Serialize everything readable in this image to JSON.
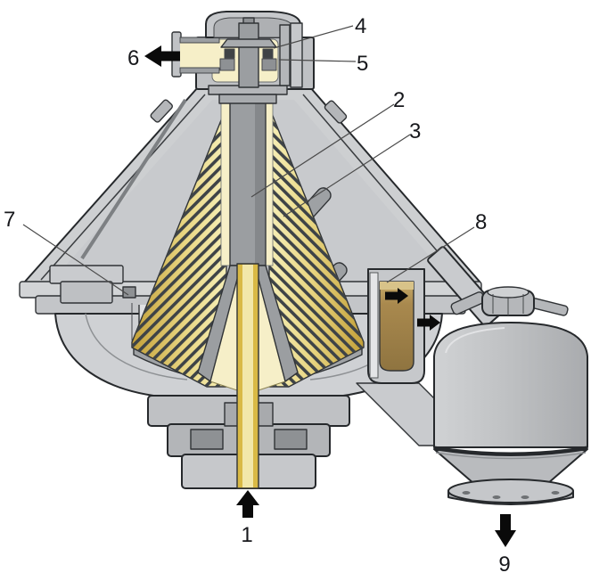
{
  "figure": {
    "type": "technical-cutaway-diagram",
    "subject": "Centrifugal disc-stack separator cross-section with external solids collection vessel",
    "background": "#ffffff"
  },
  "labels": [
    {
      "text": "1"
    },
    {
      "text": "2"
    },
    {
      "text": "3"
    },
    {
      "text": "4"
    },
    {
      "text": "5"
    },
    {
      "text": "6"
    },
    {
      "text": "7"
    },
    {
      "text": "8"
    },
    {
      "text": "9"
    }
  ],
  "arrows": [
    {
      "name": "outlet-flow-arrow",
      "direction": "left"
    },
    {
      "name": "feed-inlet-arrow",
      "direction": "up"
    },
    {
      "name": "sediment-flow-upper-arrow",
      "direction": "right"
    },
    {
      "name": "sediment-flow-lower-arrow",
      "direction": "right"
    },
    {
      "name": "vessel-discharge-arrow",
      "direction": "down"
    }
  ],
  "colors": {
    "machine_body": "#cdcfd1",
    "machine_mid": "#b4b6b9",
    "machine_dark": "#8e9194",
    "outline": "#26292c",
    "process_fluid_cream": "#f6efc8",
    "process_fluid_gold": "#d9b945",
    "disc_stripe": "#3e4347",
    "sediment_tan": "#a9894e",
    "arrow_black": "#0a0a0a",
    "label_text": "#17181c"
  }
}
